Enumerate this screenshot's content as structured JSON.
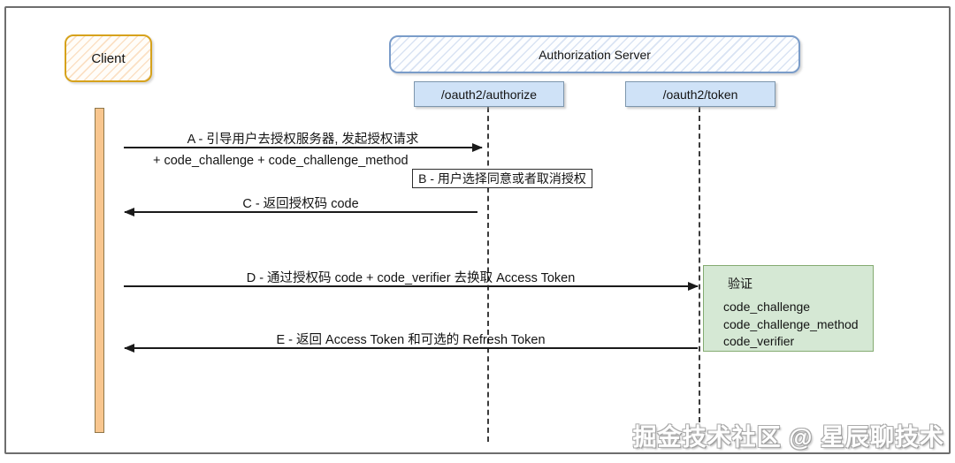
{
  "actors": {
    "client": "Client",
    "auth_server": "Authorization Server",
    "authorize_endpoint": "/oauth2/authorize",
    "token_endpoint": "/oauth2/token"
  },
  "messages": [
    {
      "id": "A",
      "label": "A - 引导用户去授权服务器, 发起授权请求",
      "sublabel": "+ code_challenge + code_challenge_method",
      "direction": "right"
    },
    {
      "id": "B",
      "label": "B - 用户选择同意或者取消授权",
      "type": "note"
    },
    {
      "id": "C",
      "label": "C - 返回授权码 code",
      "direction": "left"
    },
    {
      "id": "D",
      "label": "D - 通过授权码 code + code_verifier 去换取 Access Token",
      "direction": "right"
    },
    {
      "id": "E",
      "label": "E - 返回 Access Token 和可选的 Refresh Token",
      "direction": "left"
    }
  ],
  "verify_note": {
    "title": "验证",
    "items": [
      "code_challenge",
      "code_challenge_method",
      "code_verifier"
    ]
  },
  "watermark": "掘金技术社区 @ 星辰聊技术",
  "colors": {
    "client_border": "#d6a21c",
    "server_border": "#7a9cc9",
    "endpoint_fill": "#cfe2f7",
    "activation_fill": "#f8c68f",
    "verify_fill": "#d5e8d4",
    "verify_border": "#84ab71",
    "arrow_color": "#1a1a1a",
    "watermark_color": "#ffffff"
  }
}
